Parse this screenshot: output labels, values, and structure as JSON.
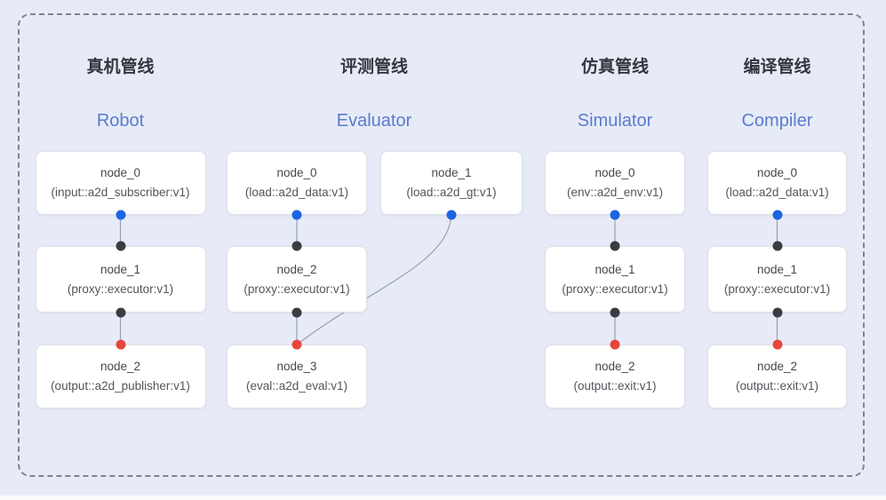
{
  "colors": {
    "background": "#e7ebf8",
    "frame_dash": "#7d8490",
    "edge": "#97a0b2",
    "blue": "#1c64e0",
    "black": "#3a3c41",
    "red": "#e8463b",
    "header_zh": "#33363c",
    "header_en": "#5b7ccb"
  },
  "pipelines": [
    {
      "id": "robot",
      "title_zh": "真机管线",
      "title_en": "Robot",
      "nodes": [
        {
          "name": "node_0",
          "type": "(input::a2d_subscriber:v1)"
        },
        {
          "name": "node_1",
          "type": "(proxy::executor:v1)"
        },
        {
          "name": "node_2",
          "type": "(output::a2d_publisher:v1)"
        }
      ],
      "edges": [
        {
          "from": 0,
          "to": 1,
          "from_dot": "blue",
          "to_dot": "black"
        },
        {
          "from": 1,
          "to": 2,
          "from_dot": "black",
          "to_dot": "red"
        }
      ]
    },
    {
      "id": "evaluator",
      "title_zh": "评测管线",
      "title_en": "Evaluator",
      "nodes": [
        {
          "name": "node_0",
          "type": "(load::a2d_data:v1)"
        },
        {
          "name": "node_1",
          "type": "(load::a2d_gt:v1)"
        },
        {
          "name": "node_2",
          "type": "(proxy::executor:v1)"
        },
        {
          "name": "node_3",
          "type": "(eval::a2d_eval:v1)"
        }
      ],
      "edges": [
        {
          "from": 0,
          "to": 2,
          "from_dot": "blue",
          "to_dot": "black"
        },
        {
          "from": 2,
          "to": 3,
          "from_dot": "black",
          "to_dot": "red"
        },
        {
          "from": 1,
          "to": 3,
          "from_dot": "blue",
          "to_dot": "red",
          "curved": true
        }
      ]
    },
    {
      "id": "simulator",
      "title_zh": "仿真管线",
      "title_en": "Simulator",
      "nodes": [
        {
          "name": "node_0",
          "type": "(env::a2d_env:v1)"
        },
        {
          "name": "node_1",
          "type": "(proxy::executor:v1)"
        },
        {
          "name": "node_2",
          "type": "(output::exit:v1)"
        }
      ],
      "edges": [
        {
          "from": 0,
          "to": 1,
          "from_dot": "blue",
          "to_dot": "black"
        },
        {
          "from": 1,
          "to": 2,
          "from_dot": "black",
          "to_dot": "red"
        }
      ]
    },
    {
      "id": "compiler",
      "title_zh": "编译管线",
      "title_en": "Compiler",
      "nodes": [
        {
          "name": "node_0",
          "type": "(load::a2d_data:v1)"
        },
        {
          "name": "node_1",
          "type": "(proxy::executor:v1)"
        },
        {
          "name": "node_2",
          "type": "(output::exit:v1)"
        }
      ],
      "edges": [
        {
          "from": 0,
          "to": 1,
          "from_dot": "blue",
          "to_dot": "black"
        },
        {
          "from": 1,
          "to": 2,
          "from_dot": "black",
          "to_dot": "red"
        }
      ]
    }
  ]
}
